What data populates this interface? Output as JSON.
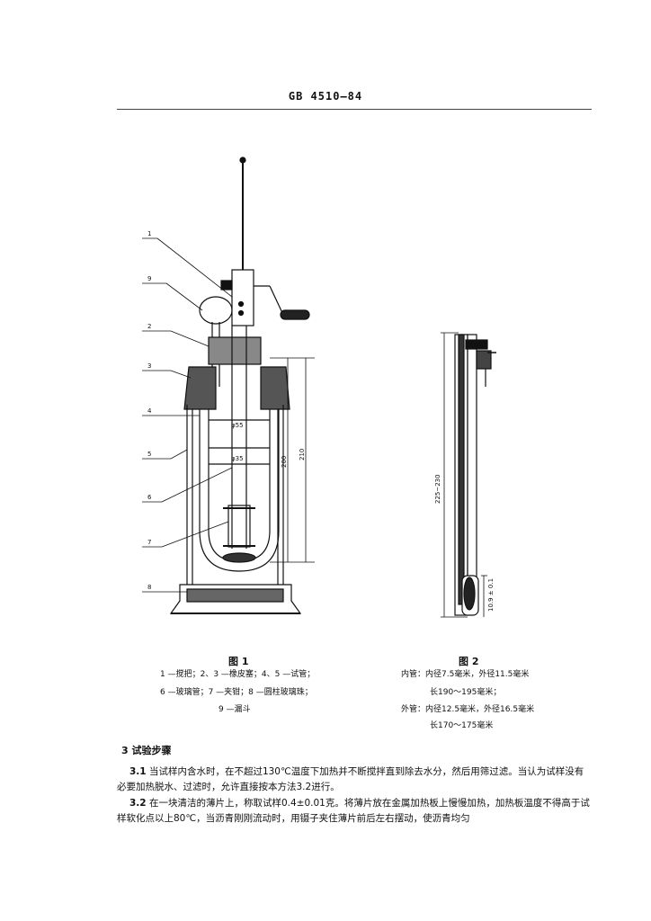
{
  "header": {
    "code": "GB 4510—84"
  },
  "figure1": {
    "title": "图 1",
    "labels": [
      "1",
      "9",
      "2",
      "3",
      "4",
      "5",
      "6",
      "7",
      "8"
    ],
    "dims": {
      "d55": "φ55",
      "d35": "φ35",
      "h200": "200",
      "h210": "210"
    },
    "caption": [
      "1 —搅把；2、3 —橡皮塞；4、5 —试管；",
      "6 —玻璃管；7 —夹钳；8 —圆柱玻璃珠；",
      "9 —漏斗"
    ]
  },
  "figure2": {
    "title": "图 2",
    "dims": {
      "length": "225~230",
      "bottom": "10.9 ± 0.1"
    },
    "caption": [
      "内管：内径7.5毫米，外径11.5毫米",
      "长190～195毫米；",
      "外管：内径12.5毫米，外径16.5毫米",
      "长170～175毫米"
    ]
  },
  "section": {
    "title": "3  试验步骤"
  },
  "paragraphs": [
    {
      "num": "3.1",
      "text": "  当试样内含水时，在不超过130℃温度下加热并不断搅拌直到除去水分，然后用筛过滤。当认为试样没有必要加热脱水、过滤时，允许直接按本方法3.2进行。"
    },
    {
      "num": "3.2",
      "text": "  在一块清洁的薄片上，称取试样0.4±0.01克。将薄片放在金属加热板上慢慢加热，加热板温度不得高于试样软化点以上80℃，当沥青刚刚流动时，用镊子夹住薄片前后左右摆动，使沥青均匀"
    }
  ]
}
